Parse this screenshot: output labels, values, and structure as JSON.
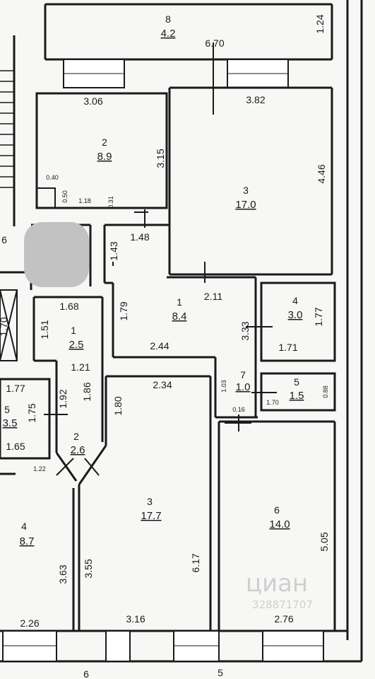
{
  "rooms": [
    {
      "id": "r8",
      "number": "8",
      "area": "4.2"
    },
    {
      "id": "r2top",
      "number": "2",
      "area": "8.9"
    },
    {
      "id": "r3top",
      "number": "3",
      "area": "17.0"
    },
    {
      "id": "r1mid",
      "number": "1",
      "area": "8.4"
    },
    {
      "id": "r4",
      "number": "4",
      "area": "3.0"
    },
    {
      "id": "r7",
      "number": "7",
      "area": "1.0"
    },
    {
      "id": "r5right",
      "number": "5",
      "area": "1.5"
    },
    {
      "id": "r1small",
      "number": "1",
      "area": "2.5"
    },
    {
      "id": "r2small",
      "number": "2",
      "area": "2.6"
    },
    {
      "id": "r5left",
      "number": "5",
      "area": "3.5"
    },
    {
      "id": "r4left",
      "number": "4",
      "area": "8.7"
    },
    {
      "id": "r3bottom",
      "number": "3",
      "area": "17.7"
    },
    {
      "id": "r6",
      "number": "6",
      "area": "14.0"
    }
  ],
  "dims": {
    "d124": "1.24",
    "d670": "6.70",
    "d306": "3.06",
    "d382": "3.82",
    "d315": "3.15",
    "d446": "4.46",
    "d040": "0.40",
    "d050": "0.50",
    "d118": "1.18",
    "d031": "0.31",
    "d6a": "6",
    "d148": "1.48",
    "d143": "1.43",
    "d211": "2.11",
    "d168": "1.68",
    "d179": "1.79",
    "d333": "3.33",
    "d177r": "1.77",
    "d171": "1.71",
    "d170v": "1.70",
    "d151": "1.51",
    "d244": "2.44",
    "d121": "1.21",
    "d177l": "1.77",
    "d192": "1.92",
    "d186": "1.86",
    "d180": "1.80",
    "d234": "2.34",
    "d103": "1.03",
    "d170s": "1.70",
    "d088": "0.88",
    "d016": "0.16",
    "d175": "1.75",
    "d165": "1.65",
    "d122": "1.22",
    "d363": "3.63",
    "d355": "3.55",
    "d617": "6.17",
    "d505": "5.05",
    "d226": "2.26",
    "d316": "3.16",
    "d276": "2.76",
    "d6b": "6",
    "d5": "5"
  },
  "watermark": {
    "brand": "циан",
    "code": "328871707"
  }
}
